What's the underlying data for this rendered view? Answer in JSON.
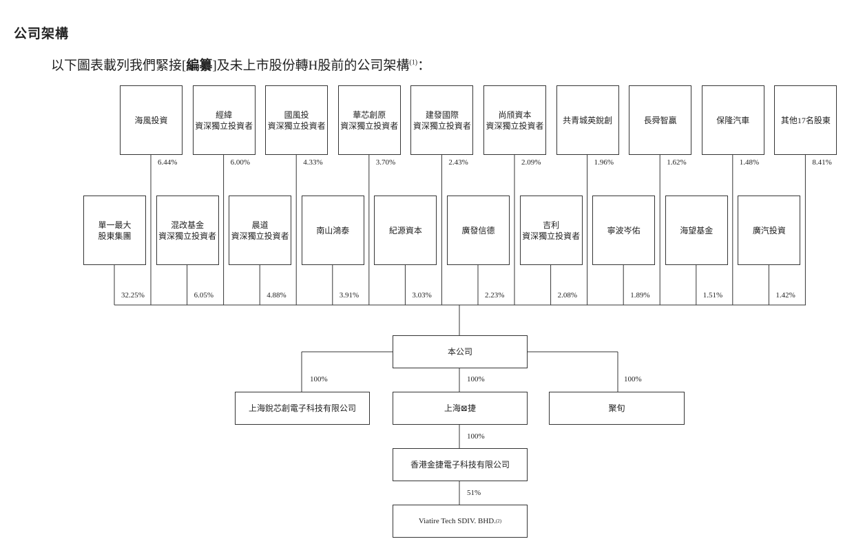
{
  "heading": "公司架構",
  "intro": {
    "before": "以下圖表載列我們緊接[",
    "bold": "編纂",
    "after": "]及未上市股份轉H股前的公司架構",
    "note": "(1)",
    "colon": "："
  },
  "top_row": [
    {
      "name": "海風投資",
      "pct": "6.44%"
    },
    {
      "name": "經緯\n資深獨立投資者",
      "pct": "6.00%"
    },
    {
      "name": "國風投\n資深獨立投資者",
      "pct": "4.33%"
    },
    {
      "name": "華芯創原\n資深獨立投資者",
      "pct": "3.70%"
    },
    {
      "name": "建發國際\n資深獨立投資者",
      "pct": "2.43%"
    },
    {
      "name": "尚頎資本\n資深獨立投資者",
      "pct": "2.09%"
    },
    {
      "name": "共青城英銳創",
      "pct": "1.96%"
    },
    {
      "name": "長舜智贏",
      "pct": "1.62%"
    },
    {
      "name": "保隆汽車",
      "pct": "1.48%"
    },
    {
      "name": "其他17名股東",
      "pct": "8.41%"
    }
  ],
  "second_row": [
    {
      "name": "單一最大\n股東集團",
      "pct": "32.25%"
    },
    {
      "name": "混改基金\n資深獨立投資者",
      "pct": "6.05%"
    },
    {
      "name": "晨道\n資深獨立投資者",
      "pct": "4.88%"
    },
    {
      "name": "南山鴻泰",
      "pct": "3.91%"
    },
    {
      "name": "紀源資本",
      "pct": "3.03%"
    },
    {
      "name": "廣發信德",
      "pct": "2.23%"
    },
    {
      "name": "吉利\n資深獨立投資者",
      "pct": "2.08%"
    },
    {
      "name": "寧波岑佑",
      "pct": "1.89%"
    },
    {
      "name": "海望基金",
      "pct": "1.51%"
    },
    {
      "name": "廣汽投資",
      "pct": "1.42%"
    }
  ],
  "company": "本公司",
  "subsidiaries": [
    {
      "name": "上海銳芯創電子科技有限公司",
      "pct": "100%"
    },
    {
      "name": "上海⊠捷",
      "pct": "100%"
    },
    {
      "name": "聚旬",
      "pct": "100%"
    }
  ],
  "hk_sub": {
    "name": "香港金捷電子科技有限公司",
    "pct": "100%"
  },
  "viatire": {
    "name": "Viatire Tech SDIV. BHD.",
    "note": "(2)",
    "pct": "51%"
  }
}
